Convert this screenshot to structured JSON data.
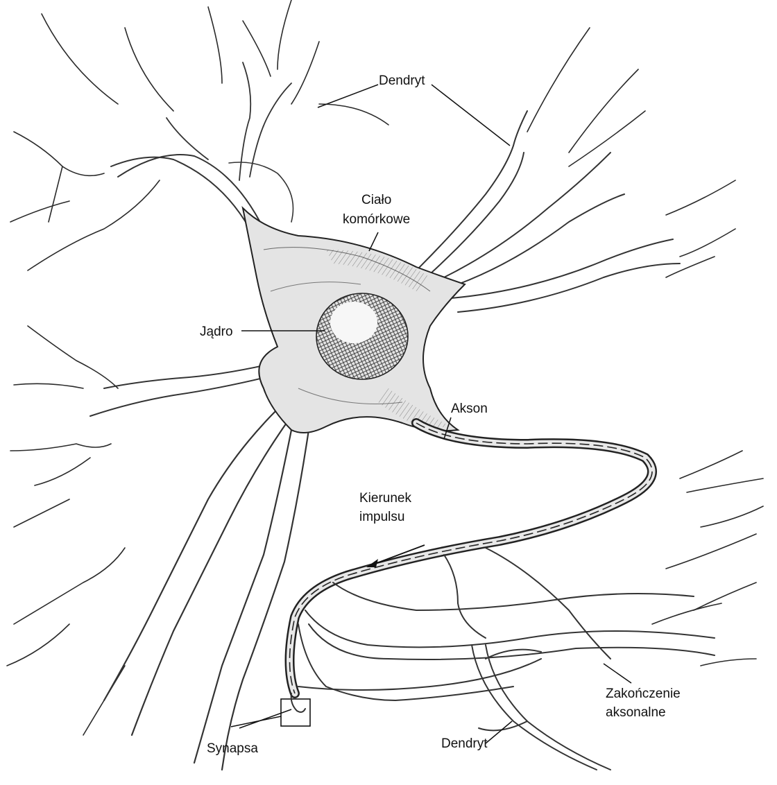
{
  "labels": {
    "dendrite_top": "Dendryt",
    "cell_body_line1": "Ciało",
    "cell_body_line2": "komórkowe",
    "nucleus": "Jądro",
    "axon": "Akson",
    "impulse_line1": "Kierunek",
    "impulse_line2": "impulsu",
    "terminal_line1": "Zakończenie",
    "terminal_line2": "aksonalne",
    "dendrite_bottom": "Dendryt",
    "synapse": "Synapsa"
  },
  "colors": {
    "ink": "#1a1a1a",
    "shading": "#cfcfcf",
    "background": "#ffffff"
  }
}
